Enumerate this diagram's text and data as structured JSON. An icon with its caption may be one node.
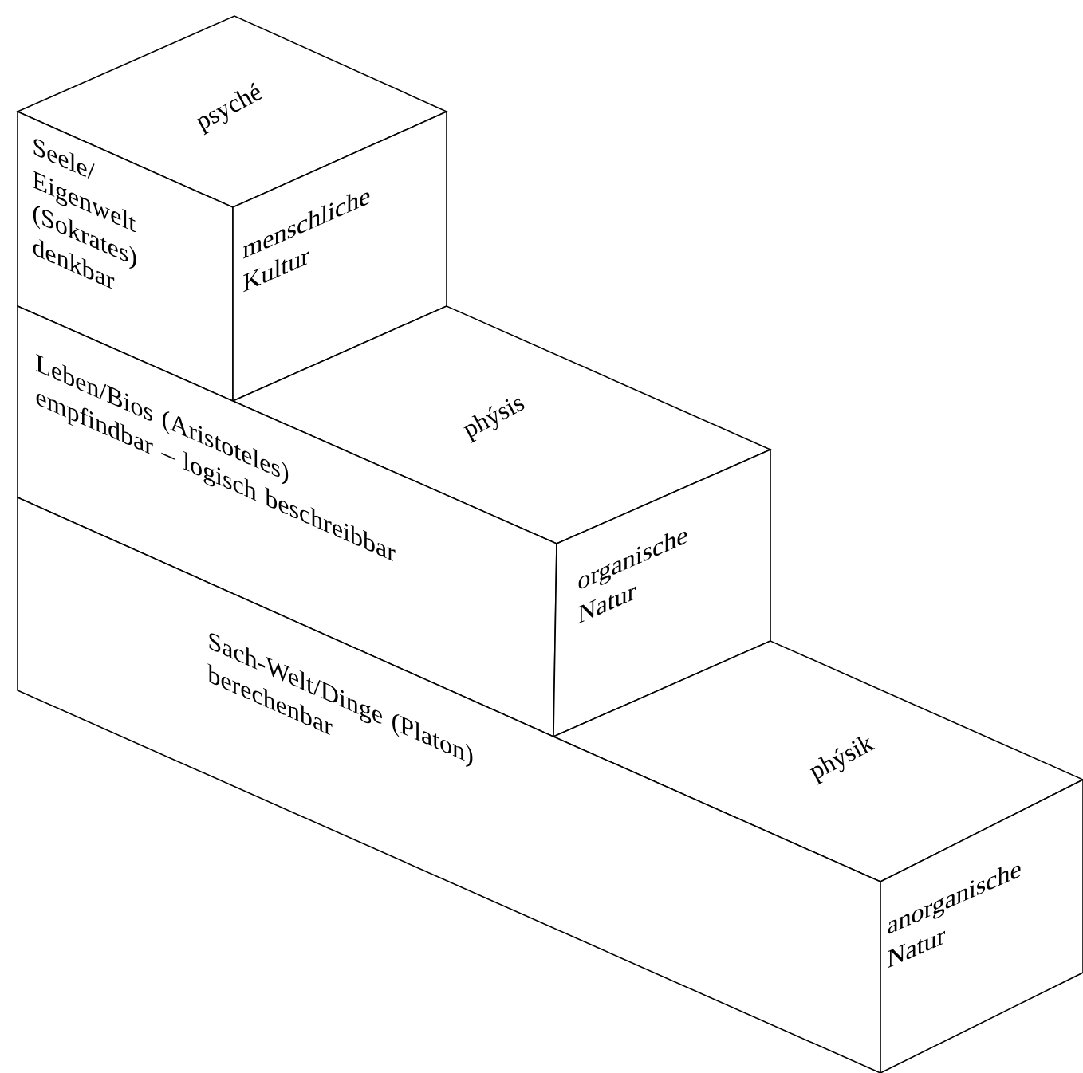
{
  "diagram": {
    "nodes": [
      {
        "text": [
          "psyché"
        ]
      },
      {
        "text": [
          "Seele/ Eigenwelt (Sokrates) denkbar"
        ]
      },
      {
        "text": [
          "menschliche Kultur"
        ]
      },
      {
        "text": [
          "phýsis"
        ]
      },
      {
        "text": [
          "Leben/Bios (Aristoteles) empfindbar – logisch beschreibbar"
        ]
      },
      {
        "text": [
          "organische Natur"
        ]
      },
      {
        "text": [
          "phýsik"
        ]
      },
      {
        "text": [
          "Sach-Welt/Dinge (Platon) berechenbar"
        ]
      },
      {
        "text": [
          "anorganische Natur"
        ]
      }
    ]
  }
}
